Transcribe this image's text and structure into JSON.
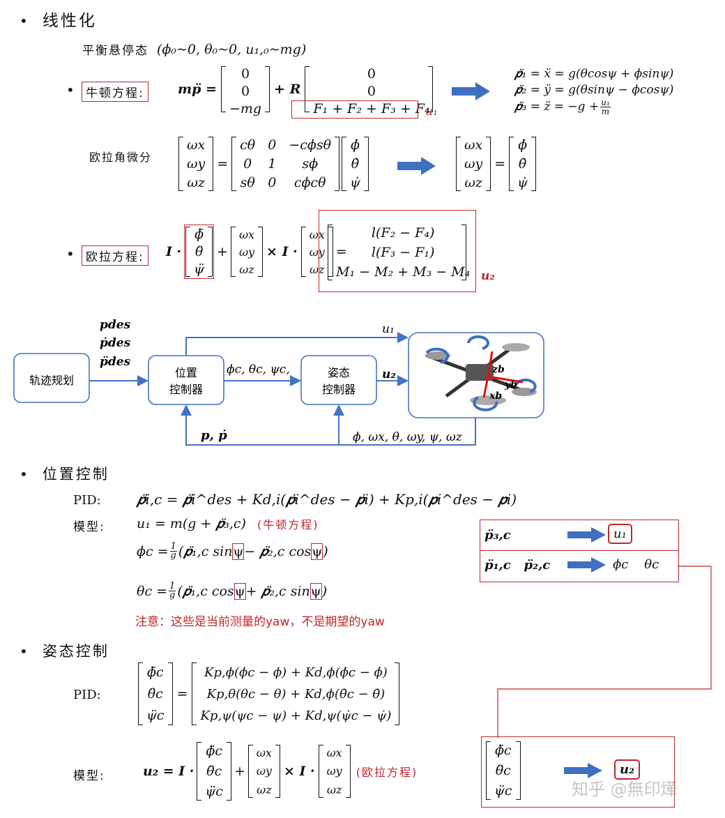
{
  "sections": {
    "linearization": "线性化",
    "position_control": "位置控制",
    "attitude_control": "姿态控制"
  },
  "hover": {
    "label": "平衡悬停态",
    "cond": "(ϕ₀~0, θ₀~0, u₁,₀~mg)"
  },
  "newton": {
    "label": "牛顿方程:",
    "lhs": "m𝒑̈ =",
    "gravity": [
      "0",
      "0",
      "−mg"
    ],
    "plus_R": "+ 𝑹",
    "force": [
      "0",
      "0",
      "F₁ + F₂ + F₃ + F₄"
    ],
    "u_label": "u₁",
    "result": [
      "𝒑̈₁ = ẍ = g(θcosψ + ϕsinψ)",
      "𝒑̈₂ = ÿ = g(θsinψ − ϕcosψ)",
      "𝒑̈₃ = z̈ = −g +"
    ],
    "frac_num": "u₁",
    "frac_den": "m"
  },
  "euler_diff": {
    "label": "欧拉角微分",
    "omega": [
      "ωx",
      "ωy",
      "ωz"
    ],
    "R": [
      "cθ",
      "0",
      "−cϕsθ",
      "0",
      "1",
      "sϕ",
      "sθ",
      "0",
      "cϕcθ"
    ],
    "rates": [
      "ϕ̇",
      "θ̇",
      "ψ̇"
    ]
  },
  "euler_eq": {
    "label": "欧拉方程:",
    "I": "𝑰 ·",
    "acc": [
      "ϕ̈",
      "θ̈",
      "ψ̈"
    ],
    "omega": [
      "ωx",
      "ωy",
      "ωz"
    ],
    "cross": "× 𝑰 ·",
    "torque": [
      "l(F₂ − F₄)",
      "l(F₃ − F₁)",
      "M₁ − M₂ + M₃ − M₄"
    ],
    "u_label": "u₂"
  },
  "diagram": {
    "des": [
      "𝒑des",
      "𝒑̇des",
      "𝒑̈des"
    ],
    "trajectory": "轨迹规划",
    "pos_ctrl": [
      "位置",
      "控制器"
    ],
    "att_ctrl": [
      "姿态",
      "控制器"
    ],
    "angles_c": "ϕc, θc, ψc,",
    "u1": "u₁",
    "u2": "𝒖₂",
    "pfeedback": "𝒑, 𝒑̇",
    "attfeedback": "ϕ, ωx, θ, ωy, ψ, ωz",
    "axes": [
      "zb",
      "yb",
      "xb"
    ]
  },
  "position": {
    "pid_label": "PID:",
    "pid_eq": "𝒑̈i,c = 𝒑̈i^des + Kd,i(𝒑̇i^des − 𝒑̇i) + Kp,i(𝒑i^des − 𝒑i)",
    "model_label": "模型:",
    "u1_eq": "u₁ = m(g + 𝒑̈₃,c)",
    "u1_note": "(牛顿方程)",
    "phi_lhs": "ϕc =",
    "phi_a": "(𝒑̈₁,c sin",
    "phi_m": " − 𝒑̈₂,c cos",
    "theta_lhs": "θc =",
    "theta_a": "(𝒑̈₁,c cos",
    "theta_m": " + 𝒑̈₂,c sin",
    "psi": "ψ",
    "close": ")",
    "one": "1",
    "g": "g",
    "note": "注意：这些是当前测量的yaw，不是期望的yaw"
  },
  "attitude": {
    "pid_label": "PID:",
    "acc": [
      "ϕ̈c",
      "θ̈c",
      "ψ̈c"
    ],
    "rhs": [
      "Kp,ϕ(ϕc − ϕ) + Kd,ϕ(ϕ̇c − ϕ̇)",
      "Kp,θ(θc − θ) + Kd,ϕ(θ̇c − θ̇)",
      "Kp,ψ(ψc − ψ) + Kd,ψ(ψ̇c − ψ̇)"
    ],
    "model_label": "模型:",
    "u2_lhs": "𝒖₂ = 𝑰 ·",
    "omega": [
      "ωx",
      "ωy",
      "ωz"
    ],
    "cross": "× 𝑰 ·",
    "note": "(欧拉方程)"
  },
  "boxes": {
    "b1_left": "𝒑̈₃,c",
    "b1_right": "u₁",
    "b2_left": "𝒑̈₁,c   𝒑̈₂,c",
    "b2_right": "ϕc    θc",
    "b3_right": "𝒖₂"
  },
  "watermark": "知乎 @無印燁",
  "colors": {
    "red": "#c0262a",
    "blue": "#4472c4",
    "arrow": "#3f6fc1"
  }
}
